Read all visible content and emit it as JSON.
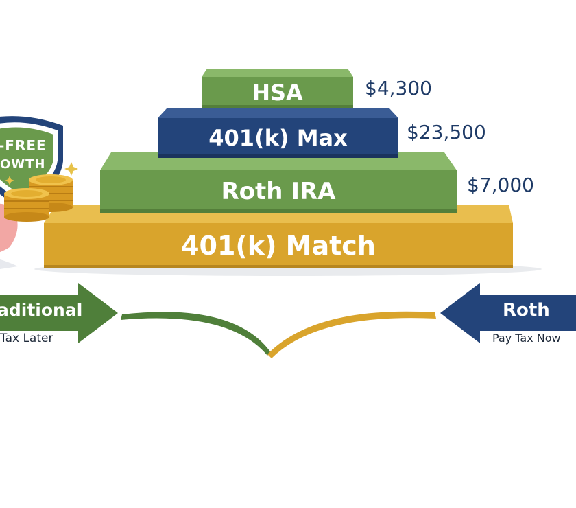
{
  "colors": {
    "green": "#6a9a4c",
    "navy": "#23447a",
    "gold": "#d9a42c",
    "amount_text": "#1e3a66"
  },
  "tiers": [
    {
      "label": "HSA",
      "amount": "$4,300",
      "color": "green"
    },
    {
      "label": "401(k) Max",
      "amount": "$23,500",
      "color": "navy"
    },
    {
      "label": "Roth IRA",
      "amount": "$7,000",
      "color": "green"
    },
    {
      "label": "401(k) Match",
      "amount": "",
      "color": "gold"
    }
  ],
  "badge": {
    "line1": "-FREE",
    "line2": "OWTH"
  },
  "arrows": {
    "left": {
      "label": "aditional",
      "sub": "Tax Later",
      "color": "green"
    },
    "right": {
      "label": "Roth",
      "sub": "Pay Tax Now",
      "color": "navy"
    }
  }
}
